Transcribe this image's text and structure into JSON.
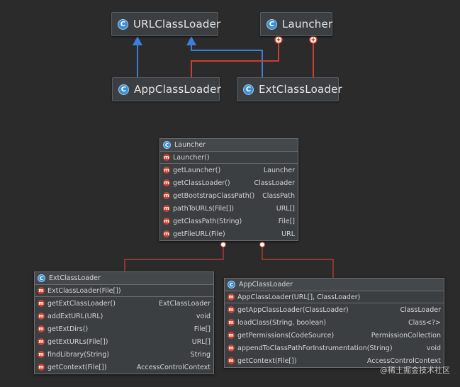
{
  "top_diagram": {
    "url_class_loader": "URLClassLoader",
    "launcher": "Launcher",
    "app_class_loader": "AppClassLoader",
    "ext_class_loader": "ExtClassLoader"
  },
  "launcher_class": {
    "title": "Launcher",
    "constructor": "Launcher()",
    "methods": [
      {
        "name": "getLauncher()",
        "ret": "Launcher"
      },
      {
        "name": "getClassLoader()",
        "ret": "ClassLoader"
      },
      {
        "name": "getBootstrapClassPath()",
        "ret": "ClassPath"
      },
      {
        "name": "pathToURLs(File[])",
        "ret": "URL[]"
      },
      {
        "name": "getClassPath(String)",
        "ret": "File[]"
      },
      {
        "name": "getFileURL(File)",
        "ret": "URL"
      }
    ]
  },
  "ext_class": {
    "title": "ExtClassLoader",
    "constructor": "ExtClassLoader(File[])",
    "methods": [
      {
        "name": "getExtClassLoader()",
        "ret": "ExtClassLoader"
      },
      {
        "name": "addExtURL(URL)",
        "ret": "void"
      },
      {
        "name": "getExtDirs()",
        "ret": "File[]"
      },
      {
        "name": "getExtURLs(File[])",
        "ret": "URL[]"
      },
      {
        "name": "findLibrary(String)",
        "ret": "String"
      },
      {
        "name": "getContext(File[])",
        "ret": "AccessControlContext"
      }
    ]
  },
  "app_class": {
    "title": "AppClassLoader",
    "constructor": "AppClassLoader(URL[], ClassLoader)",
    "methods": [
      {
        "name": "getAppClassLoader(ClassLoader)",
        "ret": "ClassLoader"
      },
      {
        "name": "loadClass(String, boolean)",
        "ret": "Class<?>"
      },
      {
        "name": "getPermissions(CodeSource)",
        "ret": "PermissionCollection"
      },
      {
        "name": "appendToClassPathForInstrumentation(String)",
        "ret": "void"
      },
      {
        "name": "getContext(File[])",
        "ret": "AccessControlContext"
      }
    ]
  },
  "watermark": "@稀土掘金技术社区",
  "colors": {
    "background": "#2b2b2b",
    "box": "#3c3f41",
    "inheritance_line": "#3d7ed8",
    "inner_class_line": "#c7412f",
    "class_icon": "#3d8fd1",
    "method_icon": "#c7412f"
  }
}
